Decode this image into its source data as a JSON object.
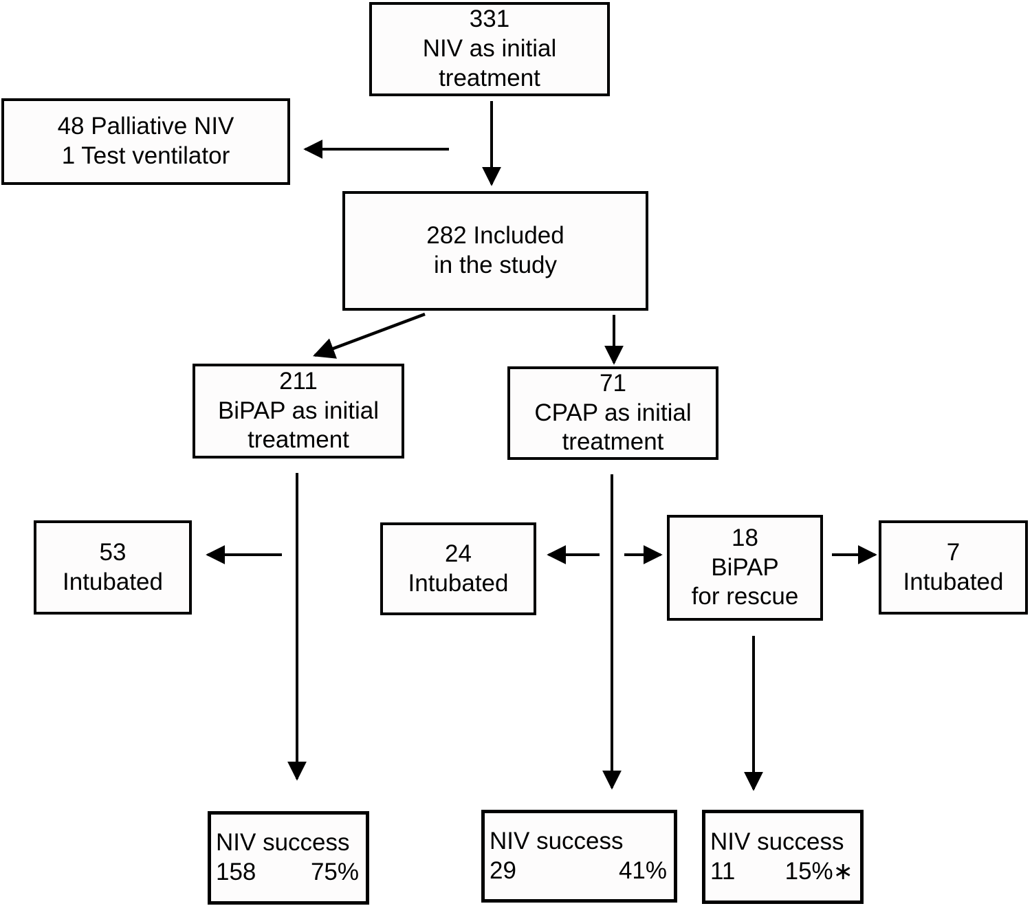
{
  "diagram_title": "NIV as initial treatment flow diagram",
  "colors": {
    "background": "#ffffff",
    "box_fill": "#fdfcfc",
    "box_border": "#000000",
    "text": "#000000",
    "line": "#000000"
  },
  "nodes": {
    "niv_initial": {
      "lines": [
        "331",
        "NIV as initial",
        "treatment"
      ]
    },
    "excluded": {
      "lines": [
        "48 Palliative NIV",
        "1 Test ventilator"
      ]
    },
    "included": {
      "lines": [
        "282 Included",
        "in the study"
      ]
    },
    "bipap_initial": {
      "lines": [
        "211",
        "BiPAP as initial",
        "treatment"
      ]
    },
    "cpap_initial": {
      "lines": [
        "71",
        "CPAP as initial",
        "treatment"
      ]
    },
    "bipap_intubated": {
      "lines": [
        "53",
        "Intubated"
      ]
    },
    "cpap_intubated": {
      "lines": [
        "24",
        "Intubated"
      ]
    },
    "bipap_rescue": {
      "lines": [
        "18",
        "BiPAP",
        "for rescue"
      ]
    },
    "rescue_intubated": {
      "lines": [
        "7",
        "Intubated"
      ]
    },
    "success_bipap": {
      "label": "NIV success",
      "count": "158",
      "percent": "75%"
    },
    "success_cpap": {
      "label": "NIV success",
      "count": "29",
      "percent": "41%"
    },
    "success_rescue": {
      "label": "NIV success",
      "count": "11",
      "percent": "15%∗"
    }
  }
}
